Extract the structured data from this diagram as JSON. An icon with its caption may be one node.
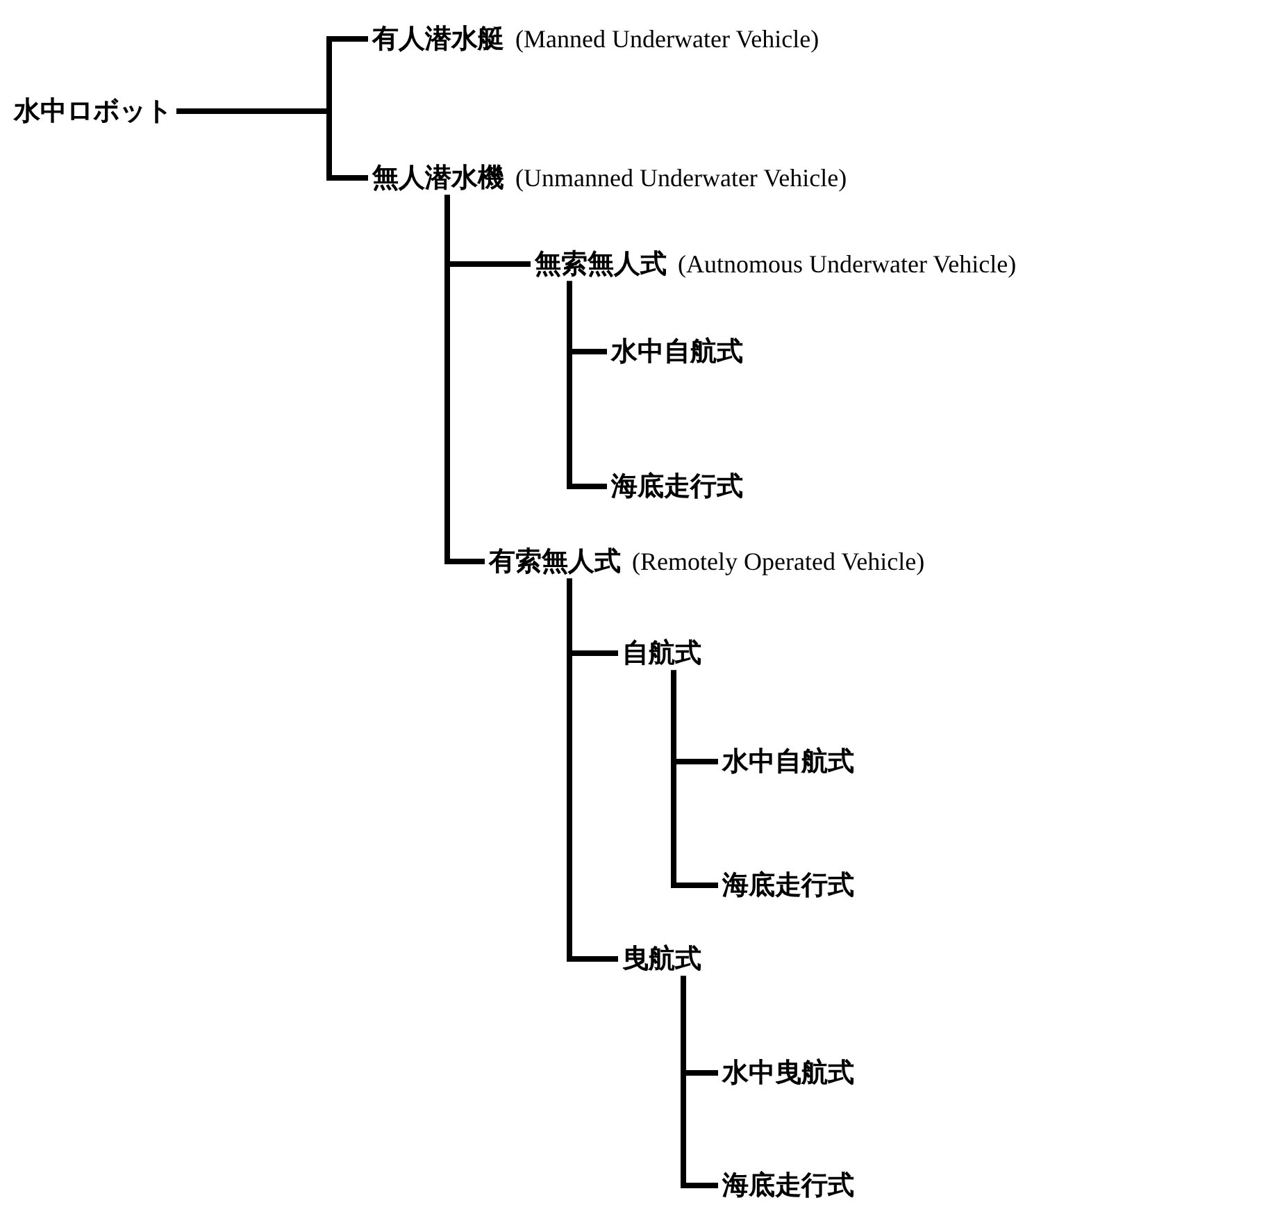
{
  "diagram": {
    "nodes": [
      {
        "text": [
          "水中ロボット"
        ]
      },
      {
        "text": [
          "有人潜水艇",
          "(Manned Underwater Vehicle)"
        ]
      },
      {
        "text": [
          "無人潜水機",
          "(Unmanned Underwater Vehicle)"
        ]
      },
      {
        "text": [
          "無索無人式",
          "(Autnomous Underwater Vehicle)"
        ]
      },
      {
        "text": [
          "水中自航式"
        ]
      },
      {
        "text": [
          "海底走行式"
        ]
      },
      {
        "text": [
          "有索無人式",
          "(Remotely Operated Vehicle)"
        ]
      },
      {
        "text": [
          "自航式"
        ]
      },
      {
        "text": [
          "水中自航式"
        ]
      },
      {
        "text": [
          "海底走行式"
        ]
      },
      {
        "text": [
          "曳航式"
        ]
      },
      {
        "text": [
          "水中曳航式"
        ]
      },
      {
        "text": [
          "海底走行式"
        ]
      }
    ],
    "edges": [
      {
        "from": 0,
        "to": 1,
        "arrow": "none"
      },
      {
        "from": 0,
        "to": 2,
        "arrow": "none"
      },
      {
        "from": 2,
        "to": 3,
        "arrow": "none"
      },
      {
        "from": 2,
        "to": 6,
        "arrow": "none"
      },
      {
        "from": 3,
        "to": 4,
        "arrow": "none"
      },
      {
        "from": 3,
        "to": 5,
        "arrow": "none"
      },
      {
        "from": 6,
        "to": 7,
        "arrow": "none"
      },
      {
        "from": 6,
        "to": 10,
        "arrow": "none"
      },
      {
        "from": 7,
        "to": 8,
        "arrow": "none"
      },
      {
        "from": 7,
        "to": 9,
        "arrow": "none"
      },
      {
        "from": 10,
        "to": 11,
        "arrow": "none"
      },
      {
        "from": 10,
        "to": 12,
        "arrow": "none"
      }
    ]
  }
}
